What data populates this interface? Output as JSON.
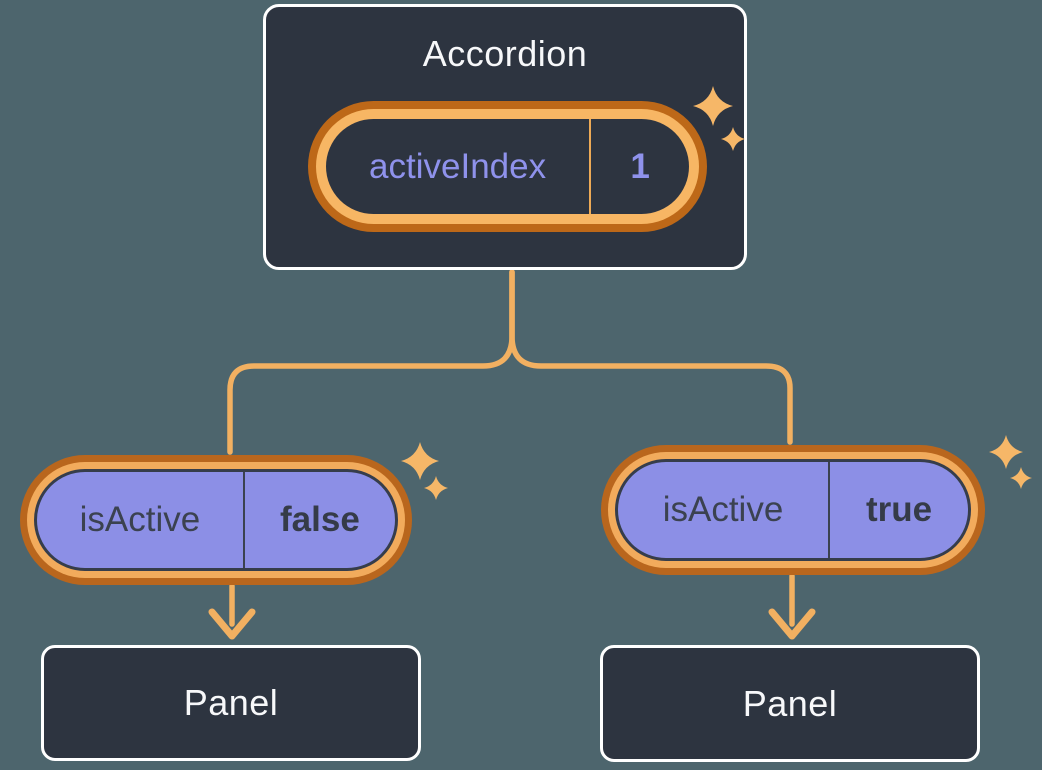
{
  "diagram": {
    "root": {
      "title": "Accordion",
      "state_pill": {
        "label": "activeIndex",
        "value": "1"
      }
    },
    "children": [
      {
        "prop_pill": {
          "label": "isActive",
          "value": "false"
        },
        "panel": "Panel"
      },
      {
        "prop_pill": {
          "label": "isActive",
          "value": "true"
        },
        "panel": "Panel"
      }
    ],
    "colors": {
      "background": "#4d656d",
      "node_fill": "#2d3440",
      "node_border": "#ffffff",
      "ring_outer_orange": "#bd6818",
      "ring_inner_orange": "#f5b161",
      "purple_fill": "#8c8fe6",
      "purple_text": "#8f92ec",
      "dark_text": "#3b4250",
      "light_text": "#f7f8fa",
      "connector": "#f2b061",
      "sparkle": "#f6b768"
    }
  }
}
